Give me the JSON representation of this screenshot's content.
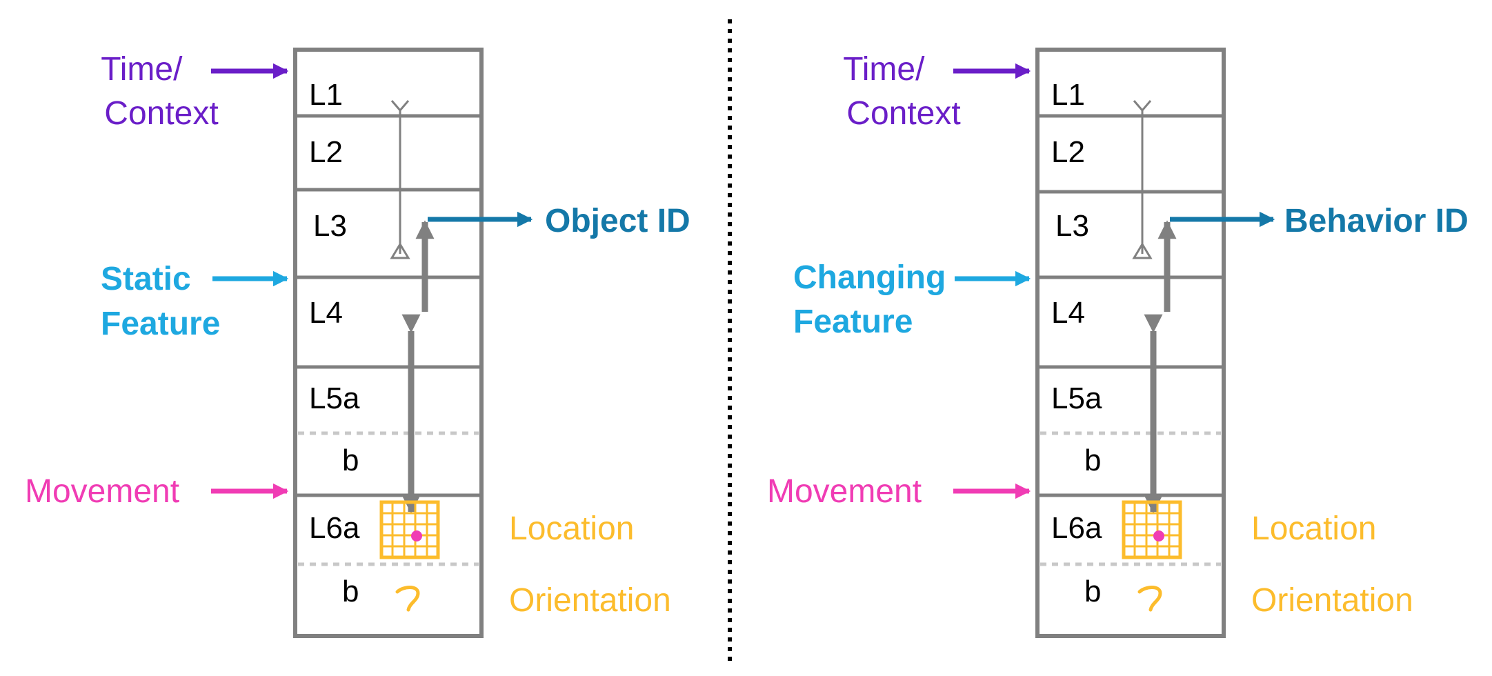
{
  "colors": {
    "purple": "#6a1ec8",
    "cyan": "#1ea8e0",
    "pink": "#f03cb4",
    "teal": "#1478a8",
    "orange": "#fcbc2c",
    "gray": "#808080",
    "dotted_gray": "#c8c8c8",
    "divider": "#000000"
  },
  "left": {
    "layers": {
      "l1": "L1",
      "l2": "L2",
      "l3": "L3",
      "l4": "L4",
      "l5a": "L5a",
      "l5b": "b",
      "l6a": "L6a",
      "l6b": "b"
    },
    "inputs": {
      "time_context": [
        "Time/",
        "Context"
      ],
      "feature": [
        "Static",
        "Feature"
      ],
      "movement": "Movement"
    },
    "output": "Object ID",
    "location": "Location",
    "orientation": "Orientation"
  },
  "right": {
    "layers": {
      "l1": "L1",
      "l2": "L2",
      "l3": "L3",
      "l4": "L4",
      "l5a": "L5a",
      "l5b": "b",
      "l6a": "L6a",
      "l6b": "b"
    },
    "inputs": {
      "time_context": [
        "Time/",
        "Context"
      ],
      "feature": [
        "Changing",
        "Feature"
      ],
      "movement": "Movement"
    },
    "output": "Behavior ID",
    "location": "Location",
    "orientation": "Orientation"
  }
}
